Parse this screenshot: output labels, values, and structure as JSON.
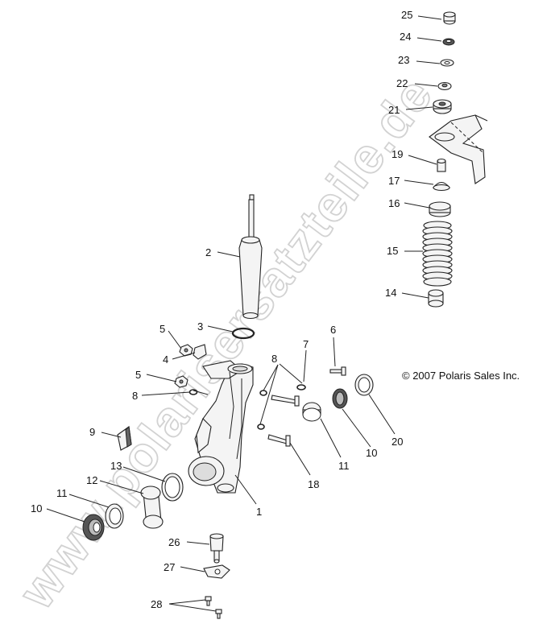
{
  "watermark": "www.polarisersatzteile.de",
  "copyright": "© 2007 Polaris Sales Inc.",
  "callouts": {
    "c1": "1",
    "c2": "2",
    "c3": "3",
    "c4": "4",
    "c5a": "5",
    "c5b": "5",
    "c6": "6",
    "c7": "7",
    "c8a": "8",
    "c8b": "8",
    "c9": "9",
    "c10a": "10",
    "c10b": "10",
    "c11a": "11",
    "c11b": "11",
    "c12": "12",
    "c13": "13",
    "c14": "14",
    "c15": "15",
    "c16": "16",
    "c17": "17",
    "c18": "18",
    "c19": "19",
    "c20": "20",
    "c21": "21",
    "c22": "22",
    "c23": "23",
    "c24": "24",
    "c25": "25",
    "c26": "26",
    "c27": "27",
    "c28": "28"
  }
}
